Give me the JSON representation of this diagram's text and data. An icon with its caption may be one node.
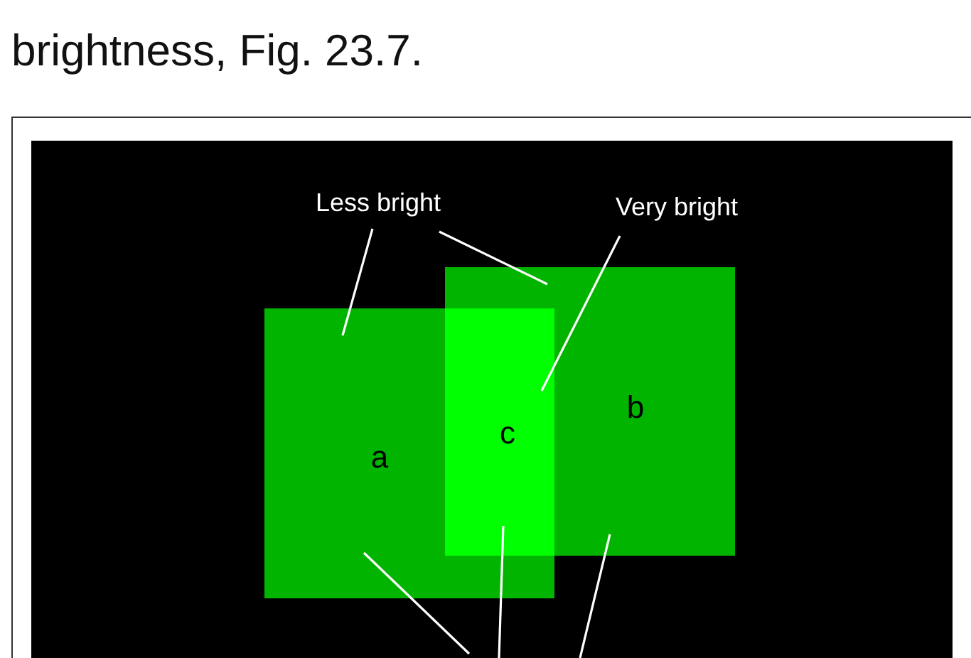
{
  "diagram": {
    "nodes": [
      {
        "text": [
          "Less bright"
        ]
      },
      {
        "text": [
          "Very bright"
        ]
      },
      {
        "text": [
          "a"
        ]
      },
      {
        "text": [
          "b"
        ]
      },
      {
        "text": [
          "c"
        ]
      }
    ],
    "edges": [
      {
        "from": 0,
        "to": 2,
        "arrow": "none"
      },
      {
        "from": 0,
        "to": 3,
        "arrow": "none"
      },
      {
        "from": 1,
        "to": 4,
        "arrow": "none"
      },
      {
        "from": null,
        "to": 2,
        "arrow": "none"
      },
      {
        "from": null,
        "to": 4,
        "arrow": "none"
      },
      {
        "from": null,
        "to": 3,
        "arrow": "none"
      }
    ],
    "labels": [
      "brightness, Fig. 23.7."
    ]
  }
}
